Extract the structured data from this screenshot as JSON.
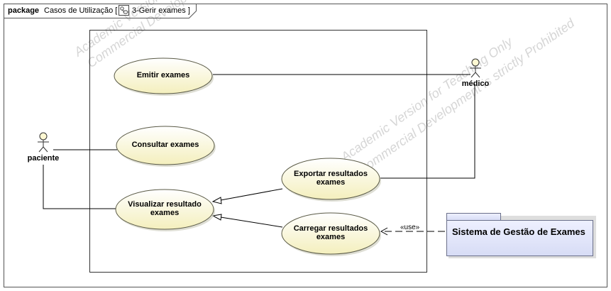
{
  "frame": {
    "keyword": "package",
    "name": "Casos de Utilização [",
    "diagram_name": "3-Gerir exames ]"
  },
  "watermark": {
    "line1": "Academic Version for Teaching Only",
    "line2": "Commercial Development is strictly Prohibited"
  },
  "actors": {
    "paciente": "paciente",
    "medico": "médico"
  },
  "use_cases": {
    "emitir": [
      "Emitir exames"
    ],
    "consultar": [
      "Consultar exames"
    ],
    "visualizar": [
      "Visualizar resultado",
      "exames"
    ],
    "exportar": [
      "Exportar resultados",
      "exames"
    ],
    "carregar": [
      "Carregar resultados",
      "exames"
    ]
  },
  "external_system": {
    "name": "Sistema de Gestão de Exames"
  },
  "relations": {
    "use_label": "«use»"
  },
  "colors": {
    "usecase_fill": "#fffbd5",
    "usecase_stroke": "#5a5a46",
    "system_fill": "#e9ecff",
    "actor_fill": "#fff8d2"
  }
}
